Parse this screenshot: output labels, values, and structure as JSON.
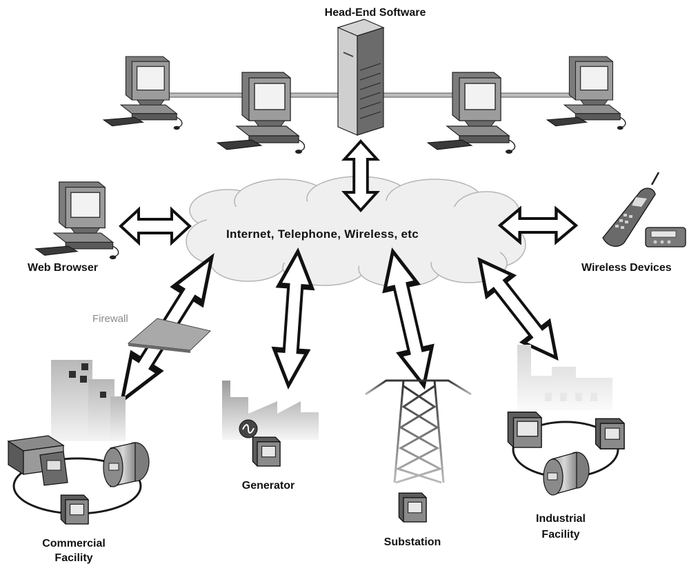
{
  "diagram": {
    "head_end": "Head-End Software",
    "network": "Internet, Telephone, Wireless, etc",
    "web_browser": "Web Browser",
    "wireless_devices": "Wireless Devices",
    "firewall": "Firewall",
    "generator": "Generator",
    "substation": "Substation",
    "commercial_line1": "Commercial",
    "commercial_line2": "Facility",
    "industrial_line1": "Industrial",
    "industrial_line2": "Facility"
  },
  "colors": {
    "outline": "#1a1a1a",
    "dark_gray": "#555555",
    "mid_gray": "#8c8c8c",
    "light_gray": "#d4d4d4",
    "cloud_fill": "#efefef",
    "screen": "#f2f2f2"
  },
  "icons": [
    "computer-icon",
    "server-icon",
    "cloud-icon",
    "mobile-phone-icon",
    "pager-icon",
    "firewall-icon",
    "building-icon",
    "factory-icon",
    "meter-icon",
    "transmission-tower-icon",
    "double-arrow-icon"
  ]
}
